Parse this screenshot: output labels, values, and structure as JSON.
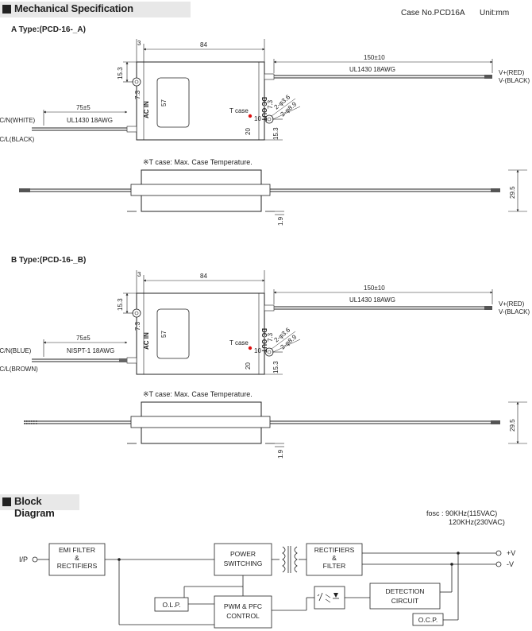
{
  "mechanical": {
    "heading": "Mechanical Specification",
    "case_info": "Case No.PCD16A",
    "unit": "Unit:mm",
    "type_a": {
      "title": "A Type:(PCD-16-_A)",
      "dim_84": "84",
      "dim_3": "3",
      "dim_15_3": "15.3",
      "dim_7_3": "7.3",
      "dim_57": "57",
      "dim_10": "10",
      "dim_20": "20",
      "dim_7_3b": "7.3",
      "dim_15_3b": "15.3",
      "in_label": "AC IN",
      "out_label": "DC OUT",
      "tcase": "T case",
      "hole1": "2-φ3.6",
      "hole2": "2-φ8.9",
      "out_len": "150±10",
      "out_cable": "UL1430 18AWG",
      "v_plus": "V+(RED)",
      "v_minus": "V-(BLACK)",
      "in_len": "75±5",
      "in_cable": "UL1430 18AWG",
      "ac_n": "AC/N(WHITE)",
      "ac_l": "AC/L(BLACK)",
      "note": "※T case: Max. Case Temperature.",
      "height": "29.5",
      "foot": "1.9"
    },
    "type_b": {
      "title": "B Type:(PCD-16-_B)",
      "dim_84": "84",
      "dim_3": "3",
      "dim_15_3": "15.3",
      "dim_7_3": "7.3",
      "dim_57": "57",
      "dim_10": "10",
      "dim_20": "20",
      "dim_7_3b": "7.3",
      "dim_15_3b": "15.3",
      "in_label": "AC IN",
      "out_label": "DC OUT",
      "tcase": "T case",
      "hole1": "2-φ3.6",
      "hole2": "2-φ8.9",
      "out_len": "150±10",
      "out_cable": "UL1430 18AWG",
      "v_plus": "V+(RED)",
      "v_minus": "V-(BLACK)",
      "in_len": "75±5",
      "in_cable": "NISPT-1 18AWG",
      "ac_n": "AC/N(BLUE)",
      "ac_l": "AC/L(BROWN)",
      "note": "※T case: Max. Case Temperature.",
      "height": "29.5",
      "foot": "1.9"
    }
  },
  "block": {
    "heading": "Block Diagram",
    "fosc1": "fosc : 90KHz(115VAC)",
    "fosc2": "120KHz(230VAC)",
    "ip": "I/P",
    "emi_1": "EMI FILTER",
    "emi_2": "&",
    "emi_3": "RECTIFIERS",
    "pow_1": "POWER",
    "pow_2": "SWITCHING",
    "rec_1": "RECTIFIERS",
    "rec_2": "&",
    "rec_3": "FILTER",
    "pwm_1": "PWM & PFC",
    "pwm_2": "CONTROL",
    "olp": "O.L.P.",
    "det_1": "DETECTION",
    "det_2": "CIRCUIT",
    "ocp": "O.C.P.",
    "vp": "+V",
    "vm": "-V"
  }
}
